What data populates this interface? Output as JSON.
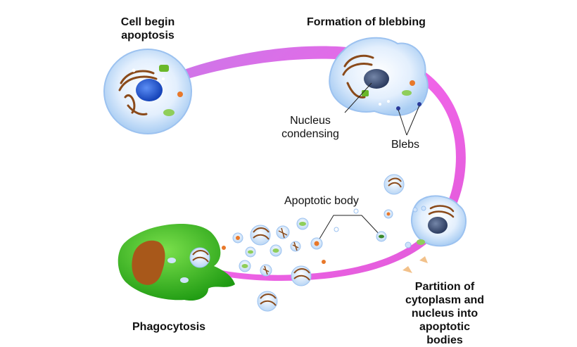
{
  "titles": {
    "cell_begin": [
      "Cell begin",
      "apoptosis"
    ],
    "blebbing": "Formation of blebbing",
    "phagocytosis": "Phagocytosis",
    "partition": [
      "Partition of",
      "cytoplasm and",
      "nucleus into",
      "apoptotic bodies"
    ]
  },
  "labels": {
    "nucleus_condensing": [
      "Nucleus",
      "condensing"
    ],
    "blebs": "Blebs",
    "apoptotic_body": "Apoptotic body"
  },
  "colors": {
    "arc": "#e066e6",
    "cell_fill": "#cfe3fb",
    "cell_edge": "#9cc2f0",
    "nucleus": "#1f5bd6",
    "condensed_nucleus": "#3b4f7a",
    "phagocyte": "#3cc21c",
    "phagocyte_nucleus": "#a8581a",
    "golgi": "#8a4a1a",
    "mitochondria": "#6ab82a",
    "organelle_orange": "#e8782a"
  }
}
